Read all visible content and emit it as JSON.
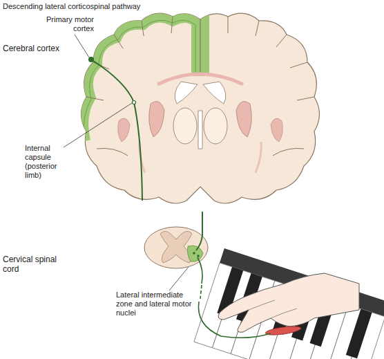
{
  "diagram": {
    "title": "Descending lateral corticospinal pathway",
    "labels": [
      "Primary motor cortex",
      "Cerebral cortex",
      "Internal capsule (posterior limb)",
      "Cervical spinal cord",
      "Lateral intermediate zone and lateral motor nuclei"
    ]
  }
}
